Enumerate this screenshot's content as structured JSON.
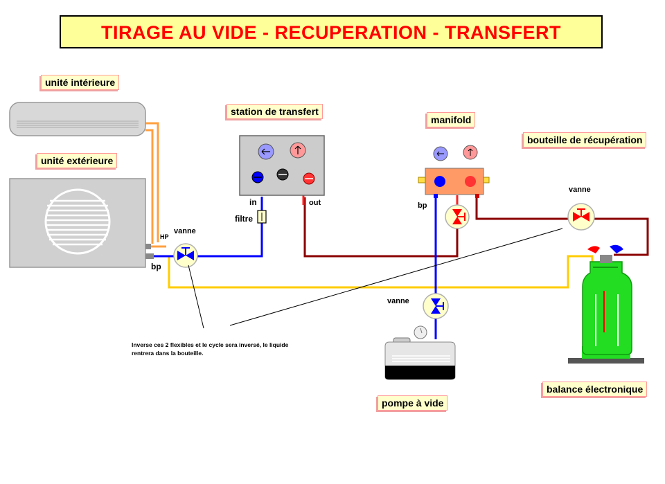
{
  "title": "TIRAGE AU VIDE - RECUPERATION - TRANSFERT",
  "labels": {
    "indoor_unit": "unité intérieure",
    "outdoor_unit": "unité extérieure",
    "transfer_station": "station de transfert",
    "manifold": "manifold",
    "recovery_bottle": "bouteille de récupération",
    "vacuum_pump": "pompe à vide",
    "scale": "balance électronique"
  },
  "small_labels": {
    "hp": "HP",
    "bp_unit": "bp",
    "valve_unit": "vanne",
    "station_in": "in",
    "station_out": "out",
    "filter": "filtre",
    "bp_manifold": "bp",
    "valve_pump": "vanne",
    "valve_bottle": "vanne"
  },
  "note": "Inverse ces 2 flexibles et le cycle sera inversé, le liquide rentrera dans la bouteille.",
  "colors": {
    "low_pressure_line": "#0000ff",
    "high_pressure_line": "#8b0000",
    "yellow_line": "#ffcc00",
    "orange_line": "#ffa040",
    "bottle": "#22dd22",
    "title_text": "#ff0000",
    "label_background": "#ffffcc"
  },
  "icons": [
    "low-pressure-gauge-icon",
    "high-pressure-gauge-icon",
    "valve-icon",
    "filter-icon",
    "vacuum-pump-icon",
    "gas-bottle-icon",
    "fan-icon"
  ]
}
